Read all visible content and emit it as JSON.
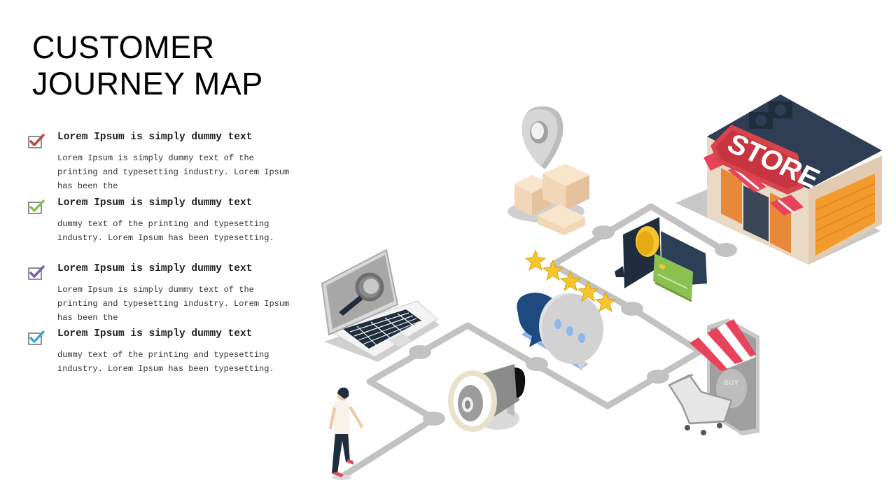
{
  "slide": {
    "title_line1": "CUSTOMER",
    "title_line2": "JOURNEY MAP"
  },
  "items": [
    {
      "heading": "Lorem Ipsum is simply dummy text",
      "body": "Lorem Ipsum is simply dummy text of the printing and typesetting industry. Lorem Ipsum has been the",
      "color": "#b94a48"
    },
    {
      "heading": "Lorem Ipsum is simply dummy text",
      "body": "dummy text of the printing and typesetting industry. Lorem Ipsum has been typesetting.",
      "color": "#8cc152"
    },
    {
      "heading": "Lorem Ipsum is simply dummy text",
      "body": "Lorem Ipsum is simply dummy text of the printing and typesetting industry. Lorem Ipsum has been the",
      "color": "#7b5ea7"
    },
    {
      "heading": "Lorem Ipsum is simply dummy text",
      "body": "dummy text of the printing and typesetting industry. Lorem Ipsum has been typesetting.",
      "color": "#3fa9c9"
    }
  ],
  "illustration": {
    "store_sign": "STORE",
    "cart_label": "BUY",
    "icons": [
      "person-icon",
      "megaphone-icon",
      "laptop-search-icon",
      "chat-bubbles-icon",
      "rating-stars-icon",
      "wallet-icon",
      "location-pin-icon",
      "boxes-icon",
      "mobile-shop-icon",
      "shopping-cart-icon",
      "store-building-icon"
    ]
  }
}
